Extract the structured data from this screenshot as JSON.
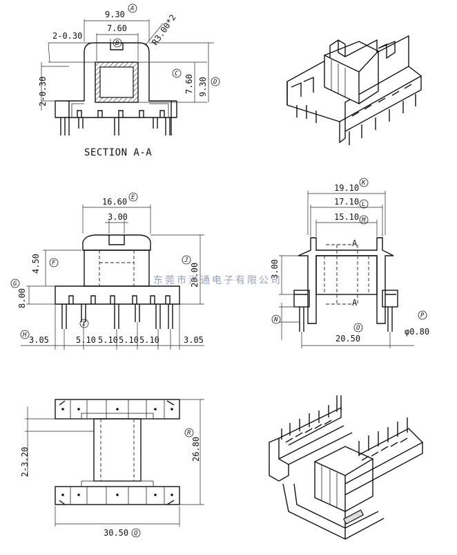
{
  "section_view": {
    "title": "SECTION A-A",
    "dims": {
      "top_width": "9.30",
      "inner_width": "7.60",
      "slot": "2-0.30",
      "radius": "R3.00*2",
      "left_thickness": "2-0.30",
      "inner_height": "7.60",
      "outer_height": "9.30"
    },
    "callouts": [
      "A",
      "B",
      "C",
      "D"
    ]
  },
  "front_view": {
    "dims": {
      "flange_width": "16.60",
      "slot_width": "3.00",
      "upper_height": "4.50",
      "base_height": "8.00",
      "total_height": "20.00",
      "left_margin": "3.05",
      "pitch_1": "5.10",
      "pitch_2": "5.10",
      "pitch_3": "5.10",
      "pitch_4": "5.10",
      "right_margin": "3.05"
    },
    "callouts": [
      "E",
      "F",
      "G",
      "H",
      "I",
      "J"
    ]
  },
  "side_view": {
    "dims": {
      "outer_width": "19.10",
      "mid_width": "17.10",
      "inner_width": "15.10",
      "height": "3.00",
      "pin_pitch": "20.50",
      "pin_diameter": "φ0.80"
    },
    "section_marks": [
      "A",
      "A"
    ],
    "callouts": [
      "K",
      "L",
      "M",
      "N",
      "O",
      "P"
    ]
  },
  "bottom_view": {
    "dims": {
      "length": "26.80",
      "width": "30.50",
      "wall": "2-3.20"
    },
    "callouts": [
      "Q",
      "R"
    ]
  },
  "watermark": "东莞市洋通电子有限公司"
}
